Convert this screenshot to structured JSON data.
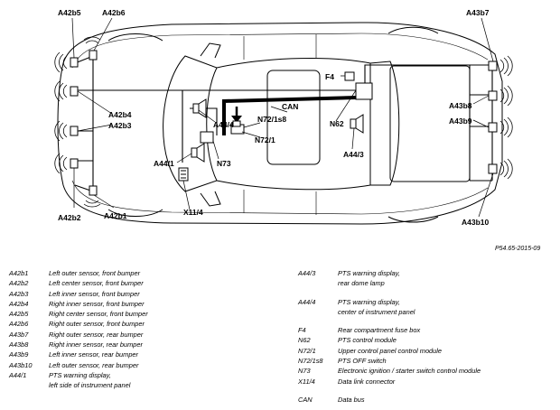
{
  "figure_code": "P54.65-2015-09",
  "diagram_labels": {
    "A42b5": "A42b5",
    "A42b6": "A42b6",
    "A43b7": "A43b7",
    "A42b4": "A42b4",
    "A42b3": "A42b3",
    "A42b2": "A42b2",
    "A42b1": "A42b1",
    "A43b8": "A43b8",
    "A43b9": "A43b9",
    "A43b10": "A43b10",
    "F4": "F4",
    "CAN": "CAN",
    "N72_1s8": "N72/1s8",
    "N72_1": "N72/1",
    "N62": "N62",
    "A44_4": "A44/4",
    "A44_3": "A44/3",
    "A44_1": "A44/1",
    "N73": "N73",
    "X11_4": "X11/4"
  },
  "legend_left": [
    {
      "code": "A42b1",
      "desc": "Left outer sensor, front bumper"
    },
    {
      "code": "A42b2",
      "desc": "Left center sensor, front bumper"
    },
    {
      "code": "A42b3",
      "desc": "Left inner sensor, front bumper"
    },
    {
      "code": "A42b4",
      "desc": "Right inner sensor, front bumper"
    },
    {
      "code": "A42b5",
      "desc": "Right center sensor, front bumper"
    },
    {
      "code": "A42b6",
      "desc": "Right outer sensor, front bumper"
    },
    {
      "code": "A43b7",
      "desc": "Right outer sensor, rear bumper"
    },
    {
      "code": "A43b8",
      "desc": "Right inner sensor, rear bumper"
    },
    {
      "code": "A43b9",
      "desc": "Left inner sensor, rear bumper"
    },
    {
      "code": "A43b10",
      "desc": "Left outer sensor, rear bumper"
    },
    {
      "code": "A44/1",
      "desc": "PTS warning display,",
      "desc2": "left side of instrument panel"
    }
  ],
  "legend_right": {
    "A44_3": {
      "code": "A44/3",
      "desc": "PTS warning display,",
      "desc2": "rear dome lamp"
    },
    "A44_4": {
      "code": "A44/4",
      "desc": "PTS warning display,",
      "desc2": "center of instrument panel"
    },
    "F4": {
      "code": "F4",
      "desc": "Rear compartment fuse box"
    },
    "N62": {
      "code": "N62",
      "desc": "PTS control module"
    },
    "N72_1": {
      "code": "N72/1",
      "desc": "Upper control panel control module"
    },
    "N72_1s8": {
      "code": "N72/1s8",
      "desc": "PTS OFF switch"
    },
    "N73": {
      "code": "N73",
      "desc": "Electronic ignition / starter switch control module"
    },
    "X11_4": {
      "code": "X11/4",
      "desc": "Data link connector"
    },
    "CAN": {
      "code": "CAN",
      "desc": "Data bus"
    }
  }
}
